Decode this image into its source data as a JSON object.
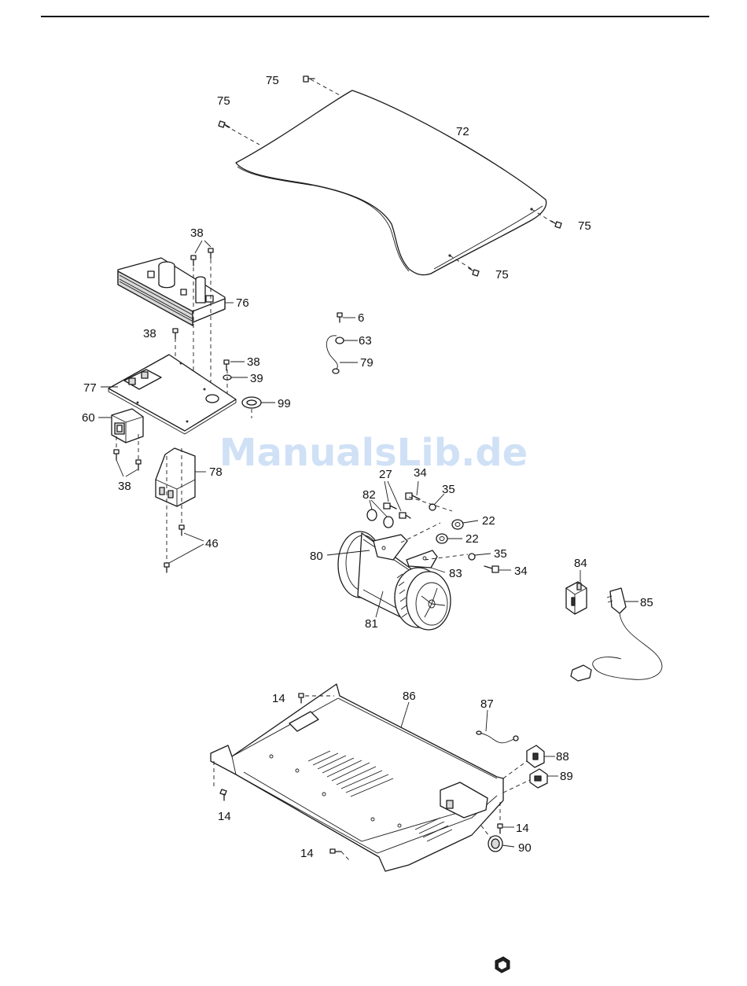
{
  "watermark": "ManualsLib.de",
  "labels": {
    "p75a": "75",
    "p75b": "75",
    "p75c": "75",
    "p75d": "75",
    "p72": "72",
    "p38a": "38",
    "p38b": "38",
    "p38c": "38",
    "p38d": "38",
    "p76": "76",
    "p6": "6",
    "p63": "63",
    "p79": "79",
    "p39": "39",
    "p77": "77",
    "p99": "99",
    "p60": "60",
    "p78": "78",
    "p46": "46",
    "p27": "27",
    "p34a": "34",
    "p34b": "34",
    "p82": "82",
    "p35a": "35",
    "p35b": "35",
    "p22a": "22",
    "p22b": "22",
    "p80": "80",
    "p83": "83",
    "p81": "81",
    "p84": "84",
    "p85": "85",
    "p14a": "14",
    "p14b": "14",
    "p14c": "14",
    "p14d": "14",
    "p86": "86",
    "p87": "87",
    "p88": "88",
    "p89": "89",
    "p90": "90"
  }
}
